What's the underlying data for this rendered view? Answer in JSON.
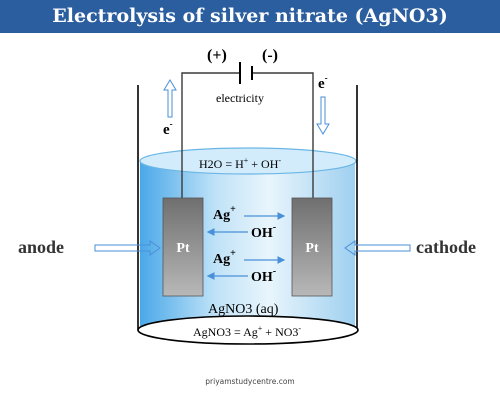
{
  "title": "Electrolysis of silver nitrate (AgNO3)",
  "battery": {
    "plus": "(+)",
    "minus": "(-)",
    "label": "electricity"
  },
  "electron_left": {
    "base": "e",
    "sup": "-"
  },
  "electron_right": {
    "base": "e",
    "sup": "-"
  },
  "water_equation": {
    "a": "H2O = H",
    "sup1": "+",
    "b": " + OH",
    "sup2": "-"
  },
  "anode": {
    "label": "anode",
    "plate": "Pt"
  },
  "cathode": {
    "label": "cathode",
    "plate": "Pt"
  },
  "ions": {
    "ag1": {
      "base": "Ag",
      "sup": "+"
    },
    "oh1": {
      "base": "OH",
      "sup": "-"
    },
    "ag2": {
      "base": "Ag",
      "sup": "+"
    },
    "oh2": {
      "base": "OH",
      "sup": "-"
    }
  },
  "solution_label": "AgNO3 (aq)",
  "bottom_equation": {
    "a": "AgNO3 = Ag",
    "sup1": "+",
    "b": " + NO3",
    "sup2": "-"
  },
  "watermark": "priyamstudycentre.com",
  "colors": {
    "title_bg": "#2b5e9f",
    "arrow": "#4a90d9",
    "plate": "#8a8a8a",
    "solution": "#7ec3ef"
  }
}
